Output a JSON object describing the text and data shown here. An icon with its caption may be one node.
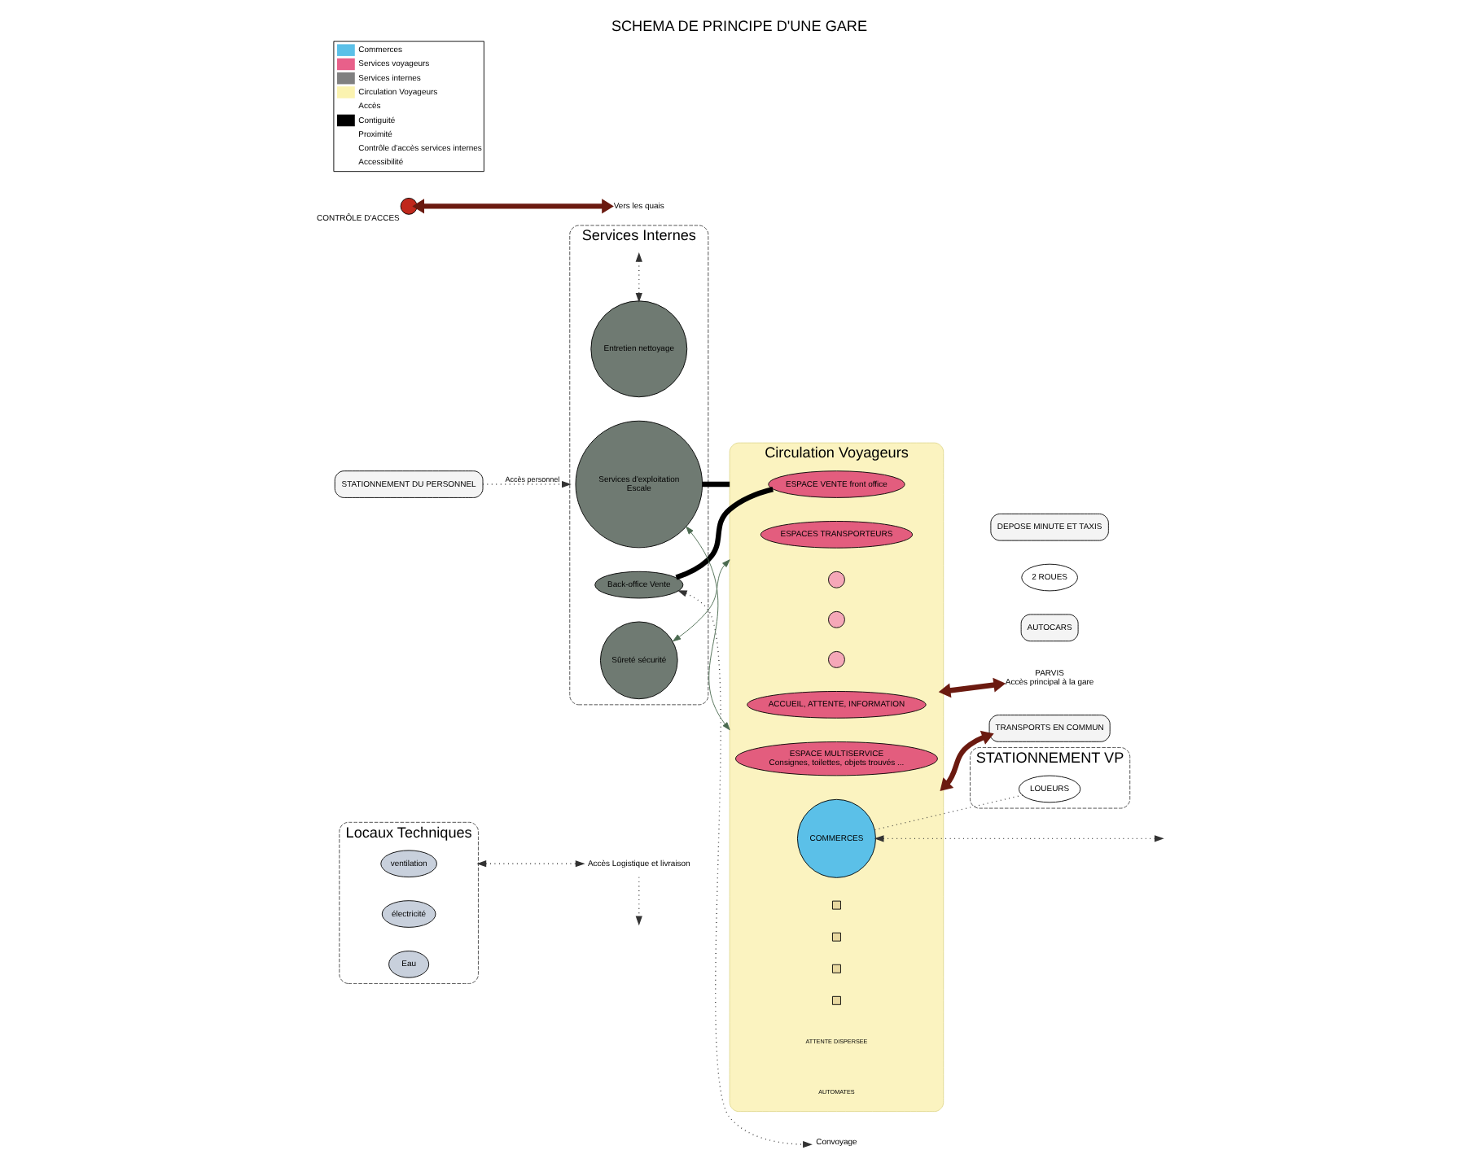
{
  "diagram": {
    "title": "SCHEMA DE PRINCIPE D'UNE GARE",
    "nodes": [
      {
        "text": [
          "Locaux Techniques"
        ]
      },
      {
        "text": [
          "ventilation"
        ],
        "in": 0
      },
      {
        "text": [
          "électricité"
        ],
        "in": 0
      },
      {
        "text": [
          "Eau"
        ],
        "in": 0
      },
      {
        "text": [
          "Services Internes"
        ]
      },
      {
        "text": [
          "Entretien nettoyage"
        ],
        "in": 4
      },
      {
        "text": [
          "Sûreté sécurité"
        ],
        "in": 4
      },
      {
        "text": [
          "Services d'exploitation",
          "Escale"
        ],
        "in": 4
      },
      {
        "text": [
          "Back-office Vente"
        ],
        "in": 4
      },
      {
        "text": [
          "Circulation Voyageurs"
        ]
      },
      {
        "text": [
          "ESPACES TRANSPORTEURS"
        ],
        "in": 9
      },
      {
        "text": [
          "ESPACE MULTISERVICE",
          "Consignes, toilettes, objets trouvés ..."
        ],
        "in": 9
      },
      {
        "text": [],
        "shape": "circle",
        "in": 9
      },
      {
        "text": [],
        "shape": "circle",
        "in": 9
      },
      {
        "text": [],
        "shape": "circle",
        "in": 9
      },
      {
        "text": [
          "ACCUEIL, ATTENTE, INFORMATION"
        ],
        "in": 9
      },
      {
        "text": [
          "ESPACE VENTE front office"
        ],
        "in": 9
      },
      {
        "text": [
          "COMMERCES"
        ],
        "in": 9
      },
      {
        "text": [],
        "shape": "box",
        "in": 9
      },
      {
        "text": [],
        "shape": "box",
        "in": 9
      },
      {
        "text": [],
        "shape": "box",
        "in": 9
      },
      {
        "text": [],
        "shape": "box",
        "in": 9
      },
      {
        "text": [],
        "shape": "circle",
        "beside": [
          "CONTRÔLE D'ACCES"
        ]
      },
      {
        "text": [
          "Vers les quais"
        ]
      },
      {
        "text": [
          "TRANSPORTS EN COMMUN"
        ]
      },
      {
        "text": [
          "STATIONNEMENT DU PERSONNEL"
        ]
      },
      {
        "text": [
          "Accès Logistique et livraison"
        ]
      },
      {
        "text": [
          "Convoyage"
        ]
      },
      {
        "text": [
          "AUTOCARS"
        ]
      },
      {
        "text": [
          "2 ROUES"
        ]
      },
      {
        "text": [
          "PARVIS",
          "Accès principal à la gare"
        ]
      },
      {
        "text": [
          "DEPOSE MINUTE ET TAXIS"
        ]
      },
      {
        "text": [
          "STATIONNEMENT VP"
        ]
      },
      {
        "text": [
          "LOUEURS"
        ],
        "in": 32
      }
    ],
    "edges": [
      {
        "from": 22,
        "to": 23,
        "arrow": "both",
        "style": "thick",
        "color": "#6b1a10"
      },
      {
        "from": 0,
        "to": 26,
        "arrow": "both",
        "style": "dashed"
      },
      {
        "from": 26,
        "to": null,
        "arrow": "to",
        "style": "dashed"
      },
      {
        "from": 5,
        "to": null,
        "arrow": "both",
        "style": "dashed"
      },
      {
        "from": 9,
        "to": 6,
        "arrow": "both",
        "color": "#4a6a50"
      },
      {
        "from": 7,
        "to": 9,
        "arrow": "none",
        "style": "thick",
        "color": "#000000"
      },
      {
        "from": 9,
        "to": 7,
        "arrow": "both",
        "color": "#4a6a50"
      },
      {
        "from": 8,
        "to": 16,
        "arrow": "none",
        "style": "thick",
        "color": "#000000"
      },
      {
        "from": 25,
        "to": 4,
        "arrow": "to",
        "style": "dashed",
        "label": "Accès personnel"
      },
      {
        "from": 8,
        "to": 27,
        "arrow": "both",
        "style": "dashed"
      },
      {
        "from": 9,
        "to": 24,
        "arrow": "both",
        "style": "thick",
        "color": "#6b1a10"
      },
      {
        "from": 17,
        "to": null,
        "arrow": "both",
        "style": "dashed"
      },
      {
        "from": 17,
        "to": 33,
        "arrow": "none",
        "style": "dashed"
      },
      {
        "from": 9,
        "to": 30,
        "arrow": "both",
        "style": "thick",
        "color": "#6b1a10"
      }
    ],
    "labels": [
      "ATTENTE DISPERSEE",
      "AUTOMATES"
    ],
    "legend": [
      {
        "text": "Commerces",
        "color": "#5bc0e8"
      },
      {
        "text": "Services voyageurs",
        "color": "#e8608a"
      },
      {
        "text": "Services internes",
        "color": "#808080"
      },
      {
        "text": "Circulation Voyageurs",
        "color": "#fbf3b0"
      },
      {
        "text": "Accès"
      },
      {
        "text": "Contiguité",
        "color": "#000000"
      },
      {
        "text": "Proximité"
      },
      {
        "text": "Contrôle d'accès services internes"
      },
      {
        "text": "Accessibilité"
      }
    ]
  }
}
